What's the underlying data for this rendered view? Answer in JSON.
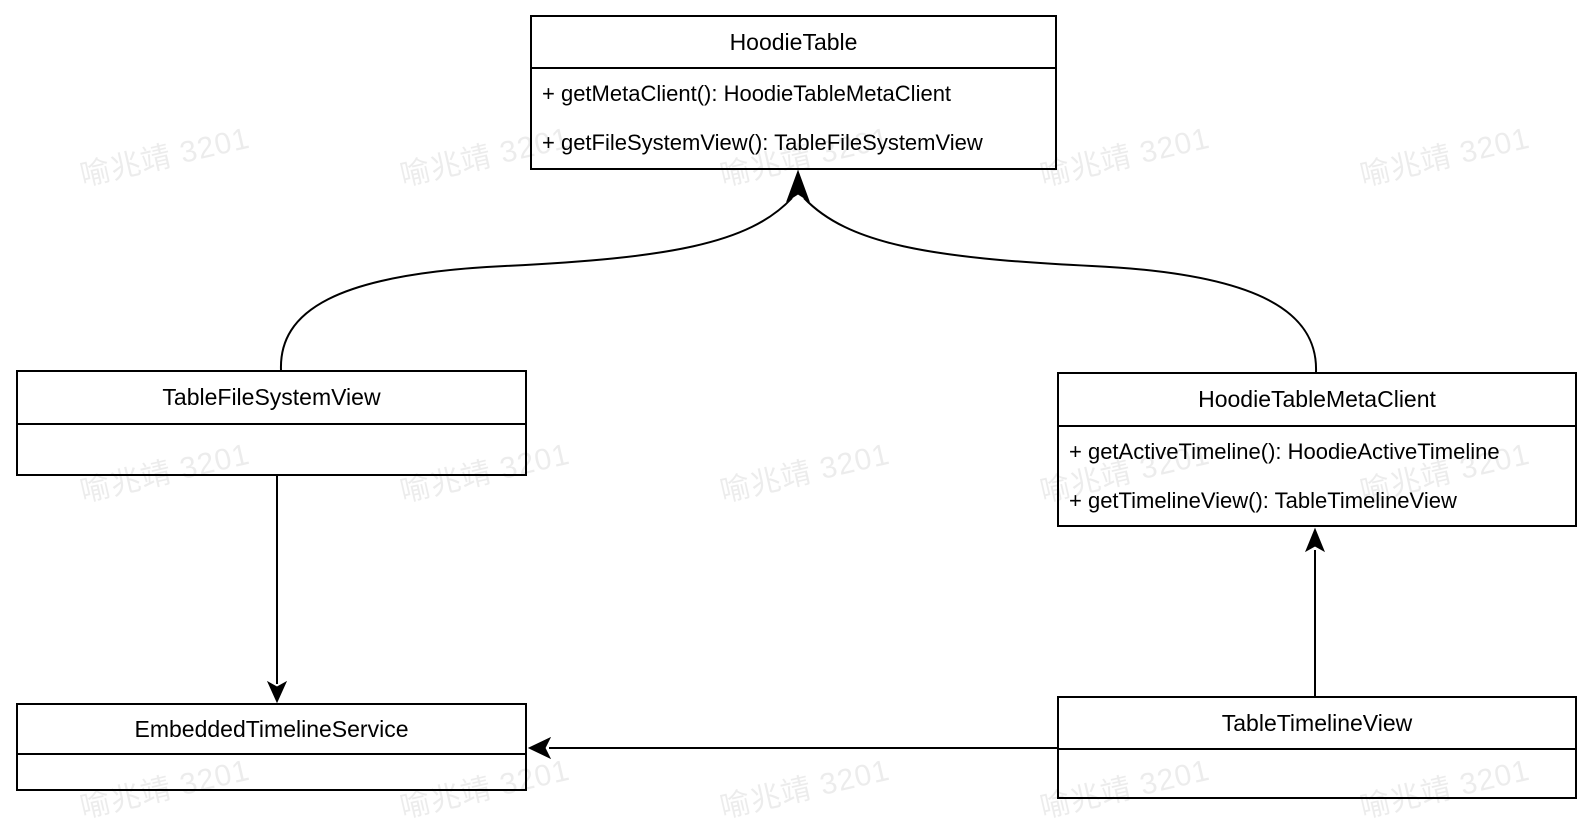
{
  "diagram": {
    "type": "uml-class-diagram",
    "watermark": {
      "text": "喻兆靖 3201",
      "opacity": "0.07",
      "color": "#000000"
    },
    "colors": {
      "background": "#ffffff",
      "line": "#000000",
      "text": "#000000"
    },
    "classes": [
      {
        "name": "HoodieTable",
        "methods": [
          "+ getMetaClient(): HoodieTableMetaClient",
          "+ getFileSystemView(): TableFileSystemView"
        ]
      },
      {
        "name": "TableFileSystemView",
        "methods": []
      },
      {
        "name": "HoodieTableMetaClient",
        "methods": [
          "+ getActiveTimeline(): HoodieActiveTimeline",
          "+ getTimelineView(): TableTimelineView"
        ]
      },
      {
        "name": "EmbeddedTimelineService",
        "methods": []
      },
      {
        "name": "TableTimelineView",
        "methods": []
      }
    ],
    "relations": [
      {
        "from": "TableFileSystemView",
        "to": "HoodieTable",
        "style": "curved-arrow"
      },
      {
        "from": "HoodieTableMetaClient",
        "to": "HoodieTable",
        "style": "curved-arrow"
      },
      {
        "from": "TableFileSystemView",
        "to": "EmbeddedTimelineService",
        "style": "straight-arrow"
      },
      {
        "from": "TableTimelineView",
        "to": "HoodieTableMetaClient",
        "style": "straight-arrow"
      },
      {
        "from": "TableTimelineView",
        "to": "EmbeddedTimelineService",
        "style": "straight-arrow"
      }
    ]
  }
}
